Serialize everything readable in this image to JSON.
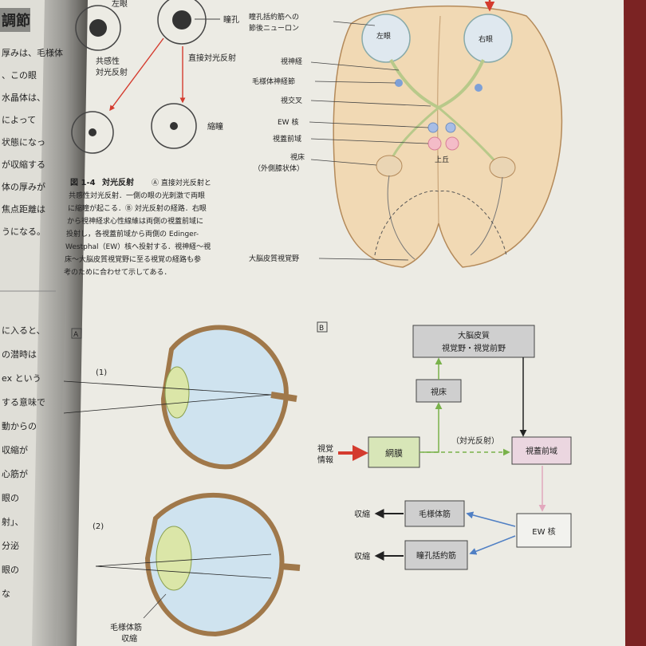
{
  "left_page": {
    "heading_fragment": "調節",
    "text_lines_top": [
      "厚みは、毛様体",
      "、この眼",
      "水晶体は、",
      "によって",
      "状態になっ",
      "が収縮する",
      "体の厚みが",
      "焦点距離は",
      "うになる。"
    ],
    "text_lines_bottom": [
      "に入ると、",
      "の潜時は",
      "ex という",
      "する意味で",
      "動からの",
      "収縮が",
      "心筋が",
      "眼の",
      "射」、",
      "分泌",
      "眼の",
      "な"
    ]
  },
  "pupil_diagram": {
    "left_eye": "左眼",
    "pupil": "瞳孔",
    "consensual": [
      "共感性",
      "対光反射"
    ],
    "direct": "直接対光反射",
    "miosis": "縮瞳"
  },
  "figure_caption": {
    "number": "図 1-4",
    "title": "対光反射",
    "lines": [
      "Ⓐ 直接対光反射と",
      "共感性対光反射．一側の眼の光刺激で両眼",
      "に縮瞳が起こる．Ⓑ 対光反射の経路．右眼",
      "から視神経求心性線維は両側の視蓋前域に",
      "投射し，各視蓋前域から両側の Edinger-",
      "Westphal（EW）核へ投射する．視神経～視",
      "床～大脳皮質視覚野に至る視覚の経路も参",
      "考のために合わせて示してある．"
    ]
  },
  "brain_diagram": {
    "eye_left": "左眼",
    "eye_right": "右眼",
    "labels": [
      "瞳孔括約筋への",
      "節後ニューロン",
      "視神経",
      "毛様体神経節",
      "視交叉",
      "EW 核",
      "視蓋前域",
      "視床",
      "（外側膝状体）",
      "上丘",
      "大脳皮質視覚野"
    ]
  },
  "panel_a": {
    "tag": "A",
    "case1": "(1)",
    "case2": "(2)",
    "ciliary_label": [
      "毛様体筋",
      "収縮"
    ]
  },
  "panel_b": {
    "tag": "B",
    "cortex": [
      "大脳皮質",
      "視覚野・視覚前野"
    ],
    "thalamus": "視床",
    "input": [
      "視覚",
      "情報"
    ],
    "retina": "網膜",
    "reflex_label": "（対光反射）",
    "pretectum": "視蓋前域",
    "ciliary": "毛様体筋",
    "sphincter": "瞳孔括約筋",
    "ew": "EW 核",
    "contract": "収縮"
  },
  "colors": {
    "page": "#ecebe4",
    "brain": "#f1d9b4",
    "box_gray": "#cfcfcf",
    "box_green": "#d8e6b8",
    "box_pink": "#ebd6e0",
    "arrow_red": "#d43b2e",
    "arrow_green": "#79b24a",
    "arrow_blue": "#4f7fc4",
    "eye_fill": "#cfe3ef",
    "lens": "#dbe6a8"
  }
}
